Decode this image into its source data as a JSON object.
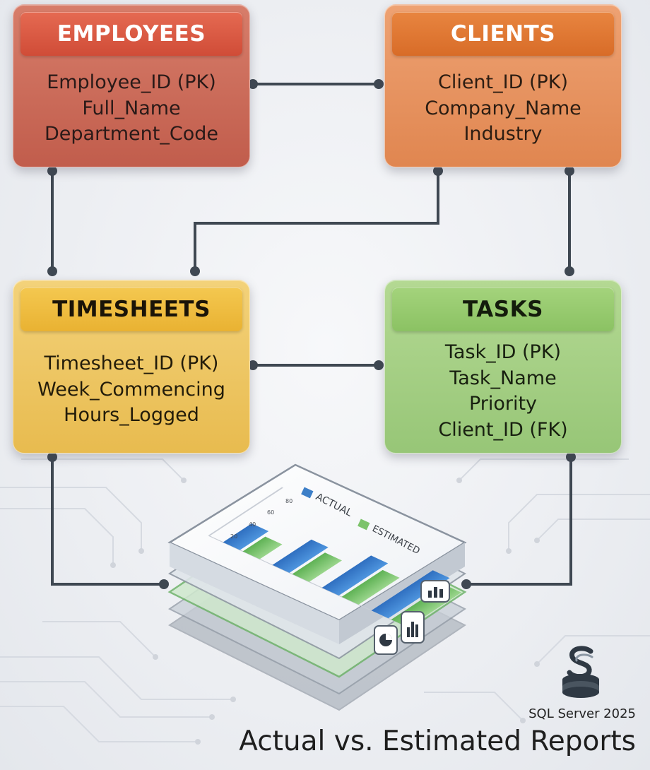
{
  "entities": {
    "employees": {
      "title": "EMPLOYEES",
      "fields": [
        "Employee_ID (PK)",
        "Full_Name",
        "Department_Code"
      ]
    },
    "clients": {
      "title": "CLIENTS",
      "fields": [
        "Client_ID (PK)",
        "Company_Name",
        "Industry"
      ]
    },
    "timesheets": {
      "title": "TIMESHEETS",
      "fields": [
        "Timesheet_ID (PK)",
        "Week_Commencing",
        "Hours_Logged"
      ]
    },
    "tasks": {
      "title": "TASKS",
      "fields": [
        "Task_ID (PK)",
        "Task_Name",
        "Priority",
        "Client_ID (FK)"
      ]
    }
  },
  "report_panel": {
    "legend": [
      "ACTUAL",
      "ESTIMATED"
    ],
    "y_ticks": [
      "80",
      "60",
      "40",
      "20"
    ],
    "icons": [
      "bar-chart-icon",
      "pie-chart-icon",
      "column-chart-icon"
    ]
  },
  "brand": {
    "label": "SQL Server 2025",
    "icon": "sql-server-logo-icon"
  },
  "footer": {
    "title": "Actual vs. Estimated Reports"
  },
  "colors": {
    "employees": "#d04c37",
    "clients": "#d86c28",
    "timesheets": "#e9b232",
    "tasks": "#8bc263",
    "actual": "#3d7fc8",
    "estimated": "#7cc36a",
    "connector": "#3f4852"
  }
}
